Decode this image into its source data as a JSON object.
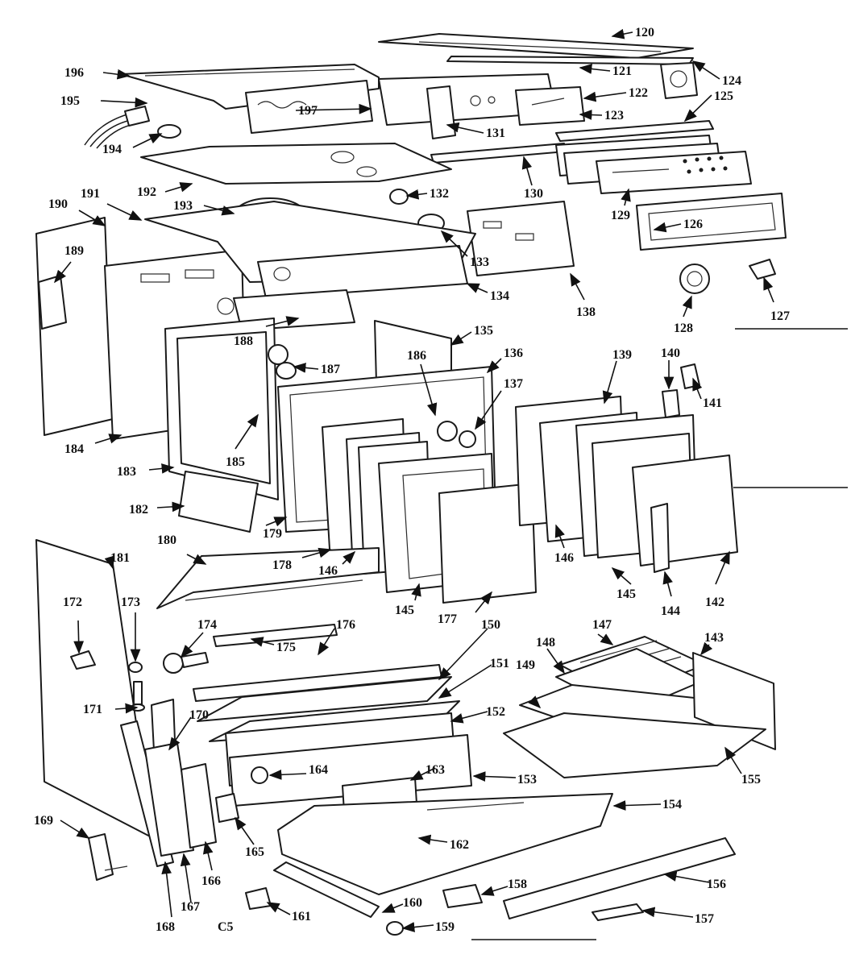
{
  "diagram": {
    "callouts": {
      "c120": "120",
      "c121": "121",
      "c122": "122",
      "c123": "123",
      "c124": "124",
      "c125": "125",
      "c126": "126",
      "c127": "127",
      "c128": "128",
      "c129": "129",
      "c130": "130",
      "c131": "131",
      "c132": "132",
      "c133": "133",
      "c134": "134",
      "c135": "135",
      "c136": "136",
      "c137": "137",
      "c138": "138",
      "c139": "139",
      "c140": "140",
      "c141": "141",
      "c142": "142",
      "c143": "143",
      "c144": "144",
      "c145a": "145",
      "c145b": "145",
      "c146a": "146",
      "c146b": "146",
      "c147": "147",
      "c148": "148",
      "c149": "149",
      "c150": "150",
      "c151": "151",
      "c152": "152",
      "c153": "153",
      "c154": "154",
      "c155": "155",
      "c156": "156",
      "c157": "157",
      "c158": "158",
      "c159": "159",
      "c160": "160",
      "c161": "161",
      "c162": "162",
      "c163": "163",
      "c164": "164",
      "c165": "165",
      "c166": "166",
      "c167": "167",
      "c168": "168",
      "c169": "169",
      "c170": "170",
      "c171": "171",
      "c172": "172",
      "c173": "173",
      "c174": "174",
      "c175": "175",
      "c176": "176",
      "c177": "177",
      "c178": "178",
      "c179": "179",
      "c180": "180",
      "c181": "181",
      "c182": "182",
      "c183": "183",
      "c184": "184",
      "c185": "185",
      "c186": "186",
      "c187": "187",
      "c188": "188",
      "c189": "189",
      "c190": "190",
      "c191": "191",
      "c192": "192",
      "c193": "193",
      "c194": "194",
      "c195": "195",
      "c196": "196",
      "c197": "197"
    },
    "footer_code": "C5"
  }
}
